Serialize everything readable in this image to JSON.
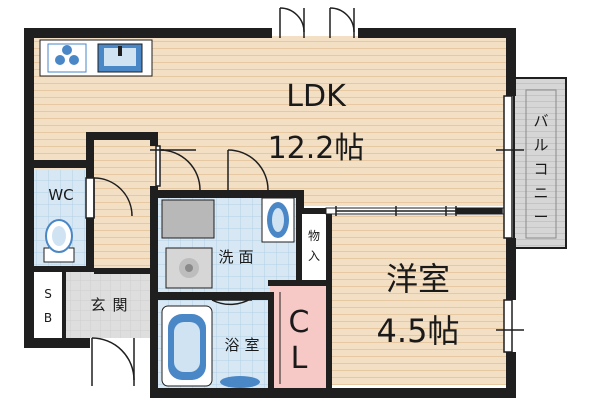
{
  "plan": {
    "rooms": {
      "ldk": {
        "name": "LDK",
        "size": "12.2帖"
      },
      "western": {
        "name": "洋室",
        "size": "4.5帖"
      },
      "balcony": {
        "chars": [
          "バ",
          "ル",
          "コ",
          "ニ",
          "ー"
        ]
      },
      "wc": {
        "name": "WC"
      },
      "washroom": {
        "chars": [
          "洗",
          "面"
        ]
      },
      "bath": {
        "chars": [
          "浴",
          "室"
        ]
      },
      "entrance": {
        "chars": [
          "玄",
          "関"
        ]
      },
      "shoebox": {
        "chars": [
          "S",
          "B"
        ]
      },
      "closet": {
        "chars": [
          "C",
          "L"
        ]
      },
      "storage": {
        "chars": [
          "物",
          "入"
        ]
      }
    },
    "colors": {
      "wall": "#1f1f1f",
      "ldk_floor": "#f3dfc4",
      "ldk_lines": "#e6c9a3",
      "wet_floor": "#d7e8f4",
      "wet_grid": "#b3cfe6",
      "closet": "#f6c8c6",
      "entrance": "#d9d9d9",
      "balcony": "#d6d6d6",
      "fixture_blue": "#4a87c6"
    }
  }
}
